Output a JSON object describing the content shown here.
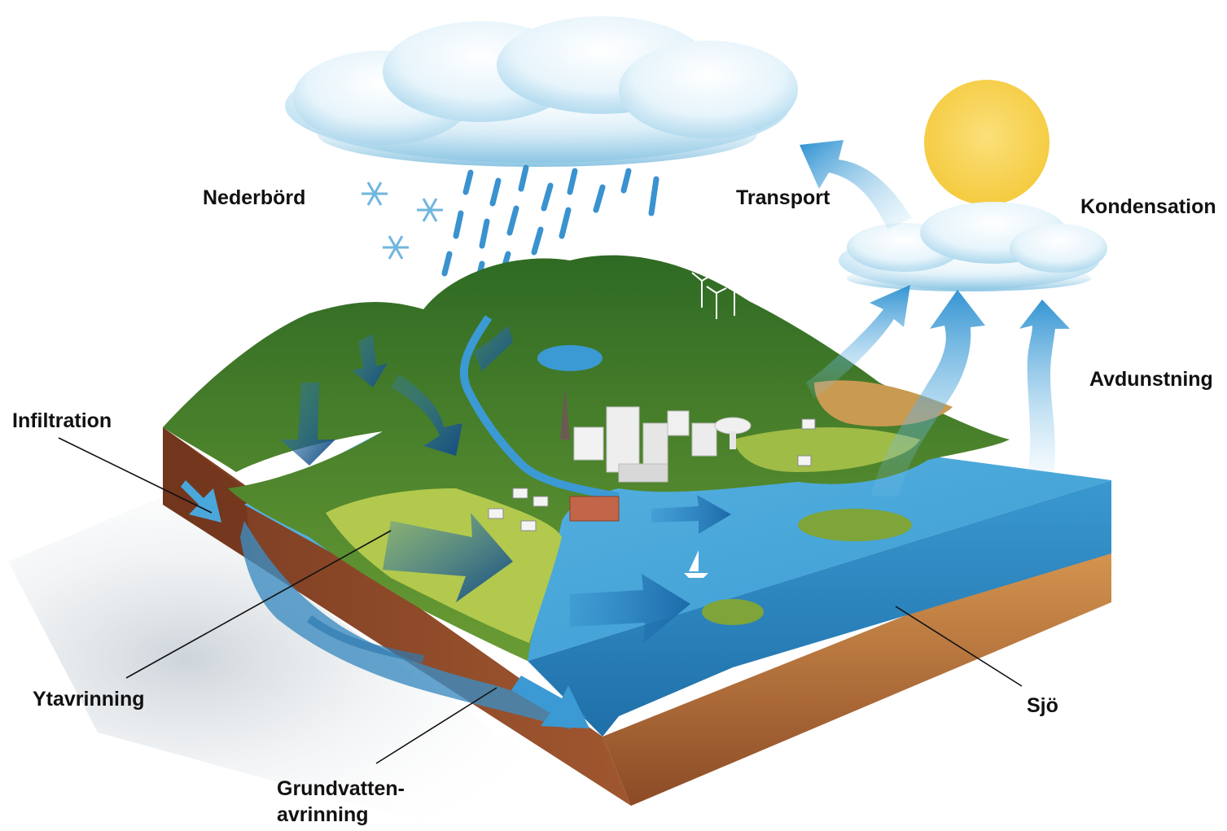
{
  "labels": {
    "precipitation": "Nederbörd",
    "transport": "Transport",
    "condensation": "Kondensation",
    "evaporation": "Avdunstning",
    "infiltration": "Infiltration",
    "surface_runoff": "Ytavrinning",
    "lake": "Sjö",
    "groundwater_runoff_line1": "Grundvatten-",
    "groundwater_runoff_line2": "avrinning"
  },
  "colors": {
    "sky_cloud": "#bfe3f4",
    "sun": "#f7d14a",
    "water": "#3a9fd3",
    "water_side": "#2a82be",
    "soil": "#8a4a2a",
    "sand": "#c98a4a",
    "forest": "#3c7a2c",
    "meadow": "#9cc24a",
    "flow_arrow": "#1c5a8e",
    "evaporation_arrow": "#5ab0e0"
  },
  "icons": [
    "snowflake-icon",
    "raindrop-icon",
    "sun-icon",
    "wind-turbine-icon",
    "sailboat-icon",
    "church-icon",
    "water-tower-icon"
  ]
}
